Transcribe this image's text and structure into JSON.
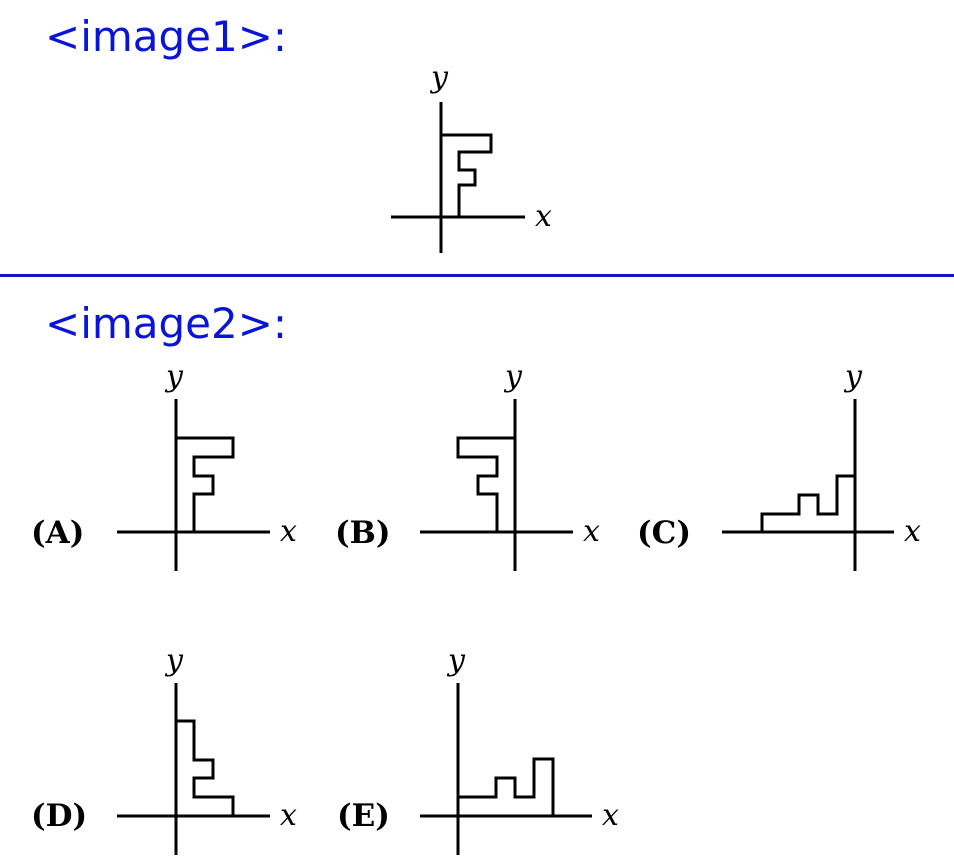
{
  "header1": {
    "label": "<image1>:"
  },
  "header2": {
    "label": "<image2>:"
  },
  "figure": {
    "xlabel": "x",
    "ylabel": "y"
  },
  "options": [
    {
      "key": "A",
      "label": "(A)"
    },
    {
      "key": "B",
      "label": "(B)"
    },
    {
      "key": "C",
      "label": "(C)"
    },
    {
      "key": "D",
      "label": "(D)"
    },
    {
      "key": "E",
      "label": "(E)"
    }
  ],
  "colors": {
    "accent": "#0a14d8",
    "ink": "#000000"
  }
}
